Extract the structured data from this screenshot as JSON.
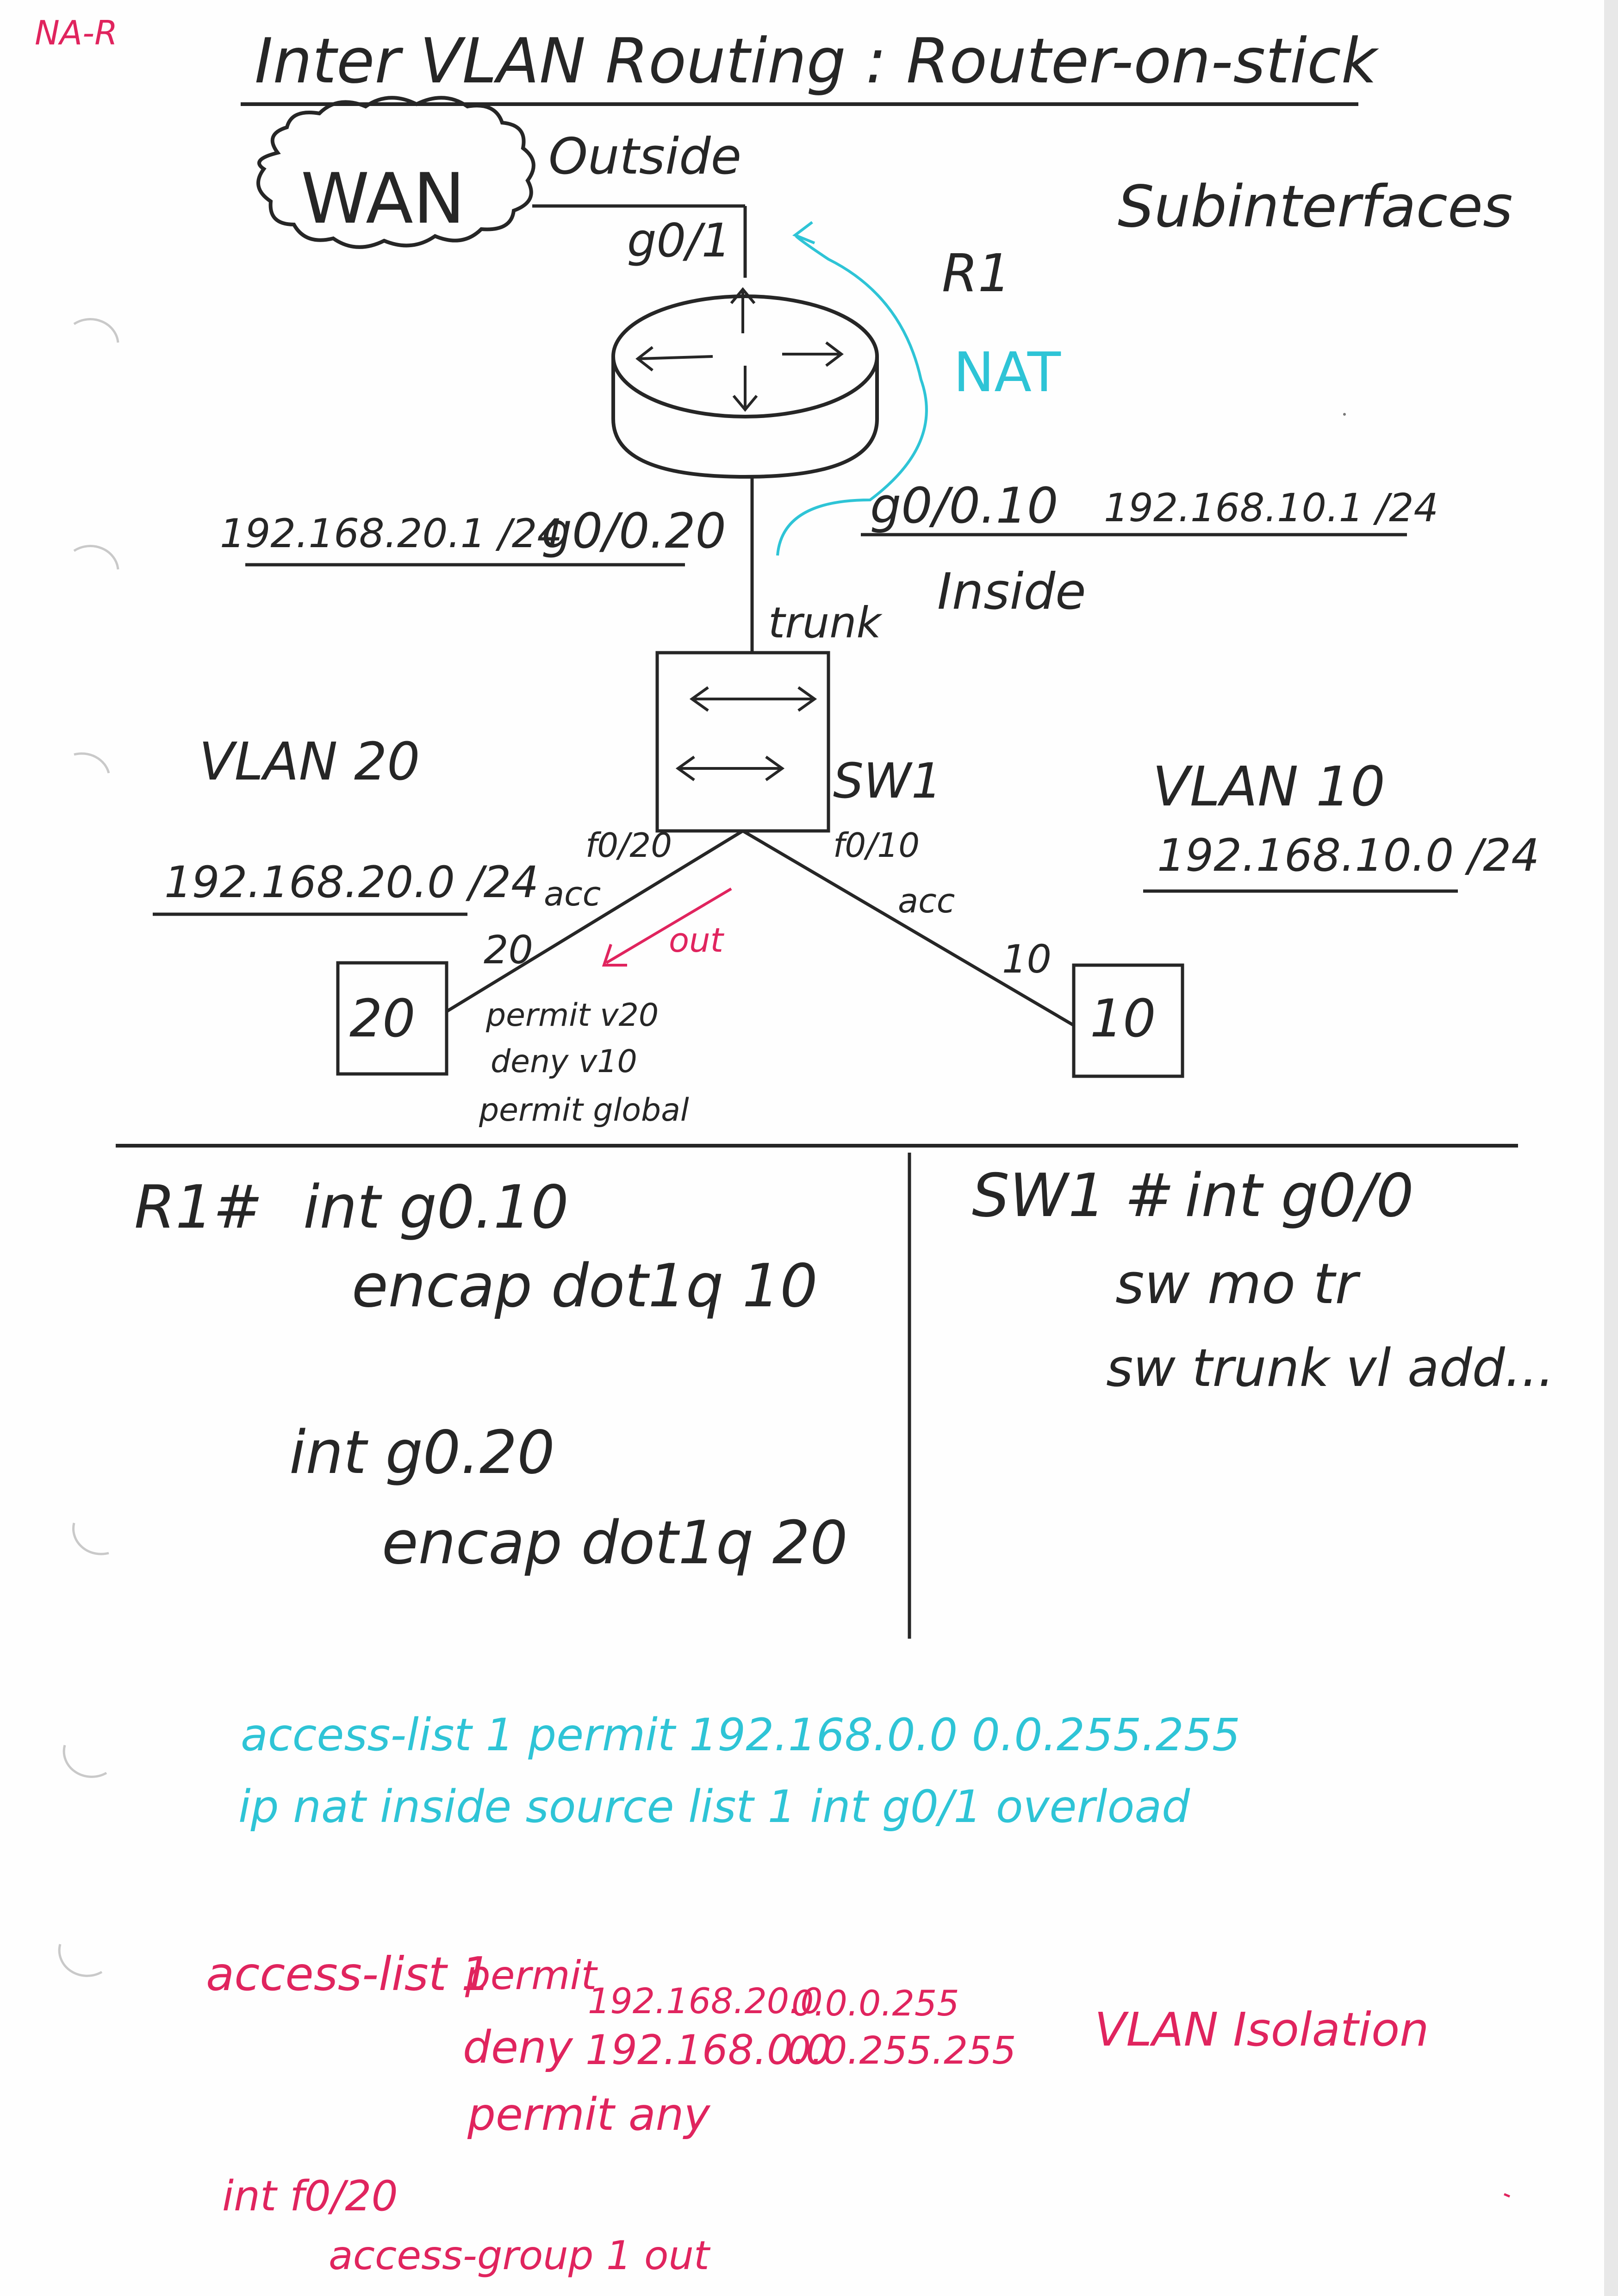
{
  "header": {
    "corner_tag": "NA-R",
    "title": "Inter VLAN Routing : Router-on-stick"
  },
  "topology": {
    "wan": "WAN",
    "outside": "Outside",
    "g01": "g0/1",
    "r1": "R1",
    "subinterfaces": "Subinterfaces",
    "nat": "NAT",
    "ip20": "192.168.20.1 /24",
    "g020": "g0/0.20",
    "g010": "g0/0.10",
    "ip10": "192.168.10.1 /24",
    "trunk": "trunk",
    "inside": "Inside",
    "sw1": "SW1",
    "vlan20": "VLAN 20",
    "net20": "192.168.20.0 /24",
    "vlan10": "VLAN 10",
    "net10": "192.168.10.0 /24",
    "f020": "f0/20",
    "f010": "f0/10",
    "acc_left": "acc",
    "acc_right": "acc",
    "out": "out",
    "tag20": "20",
    "tag10": "10",
    "host20": "20",
    "host10": "10",
    "acl_notes": [
      "permit v20",
      "deny v10",
      "permit global"
    ]
  },
  "colors": {
    "ink": "#262626",
    "magenta": "#e0245e",
    "cyan": "#2ec4d6"
  },
  "config_r1": {
    "prompt": "R1#",
    "lines": [
      "int g0.10",
      "encap dot1q 10",
      "int g0.20",
      "encap dot1q 20"
    ]
  },
  "config_sw1": {
    "prompt": "SW1 #",
    "lines": [
      "int g0/0",
      "sw mo tr",
      "sw trunk vl add..."
    ]
  },
  "nat_config": [
    "access-list 1 permit 192.168.0.0 0.0.255.255",
    "ip nat inside source list 1 int g0/1 overload"
  ],
  "isolation_config": {
    "l1_a": "access-list 1",
    "l1_b": "permit",
    "l1_c": "192.168.20.0",
    "l1_d": "0.0.0.255",
    "l2_a": "deny",
    "l2_b": "192.168.0.0",
    "l2_c": "0.0.255.255",
    "l3": "permit any",
    "l4": "int f0/20",
    "l5": "access-group 1 out",
    "label": "VLAN Isolation"
  }
}
